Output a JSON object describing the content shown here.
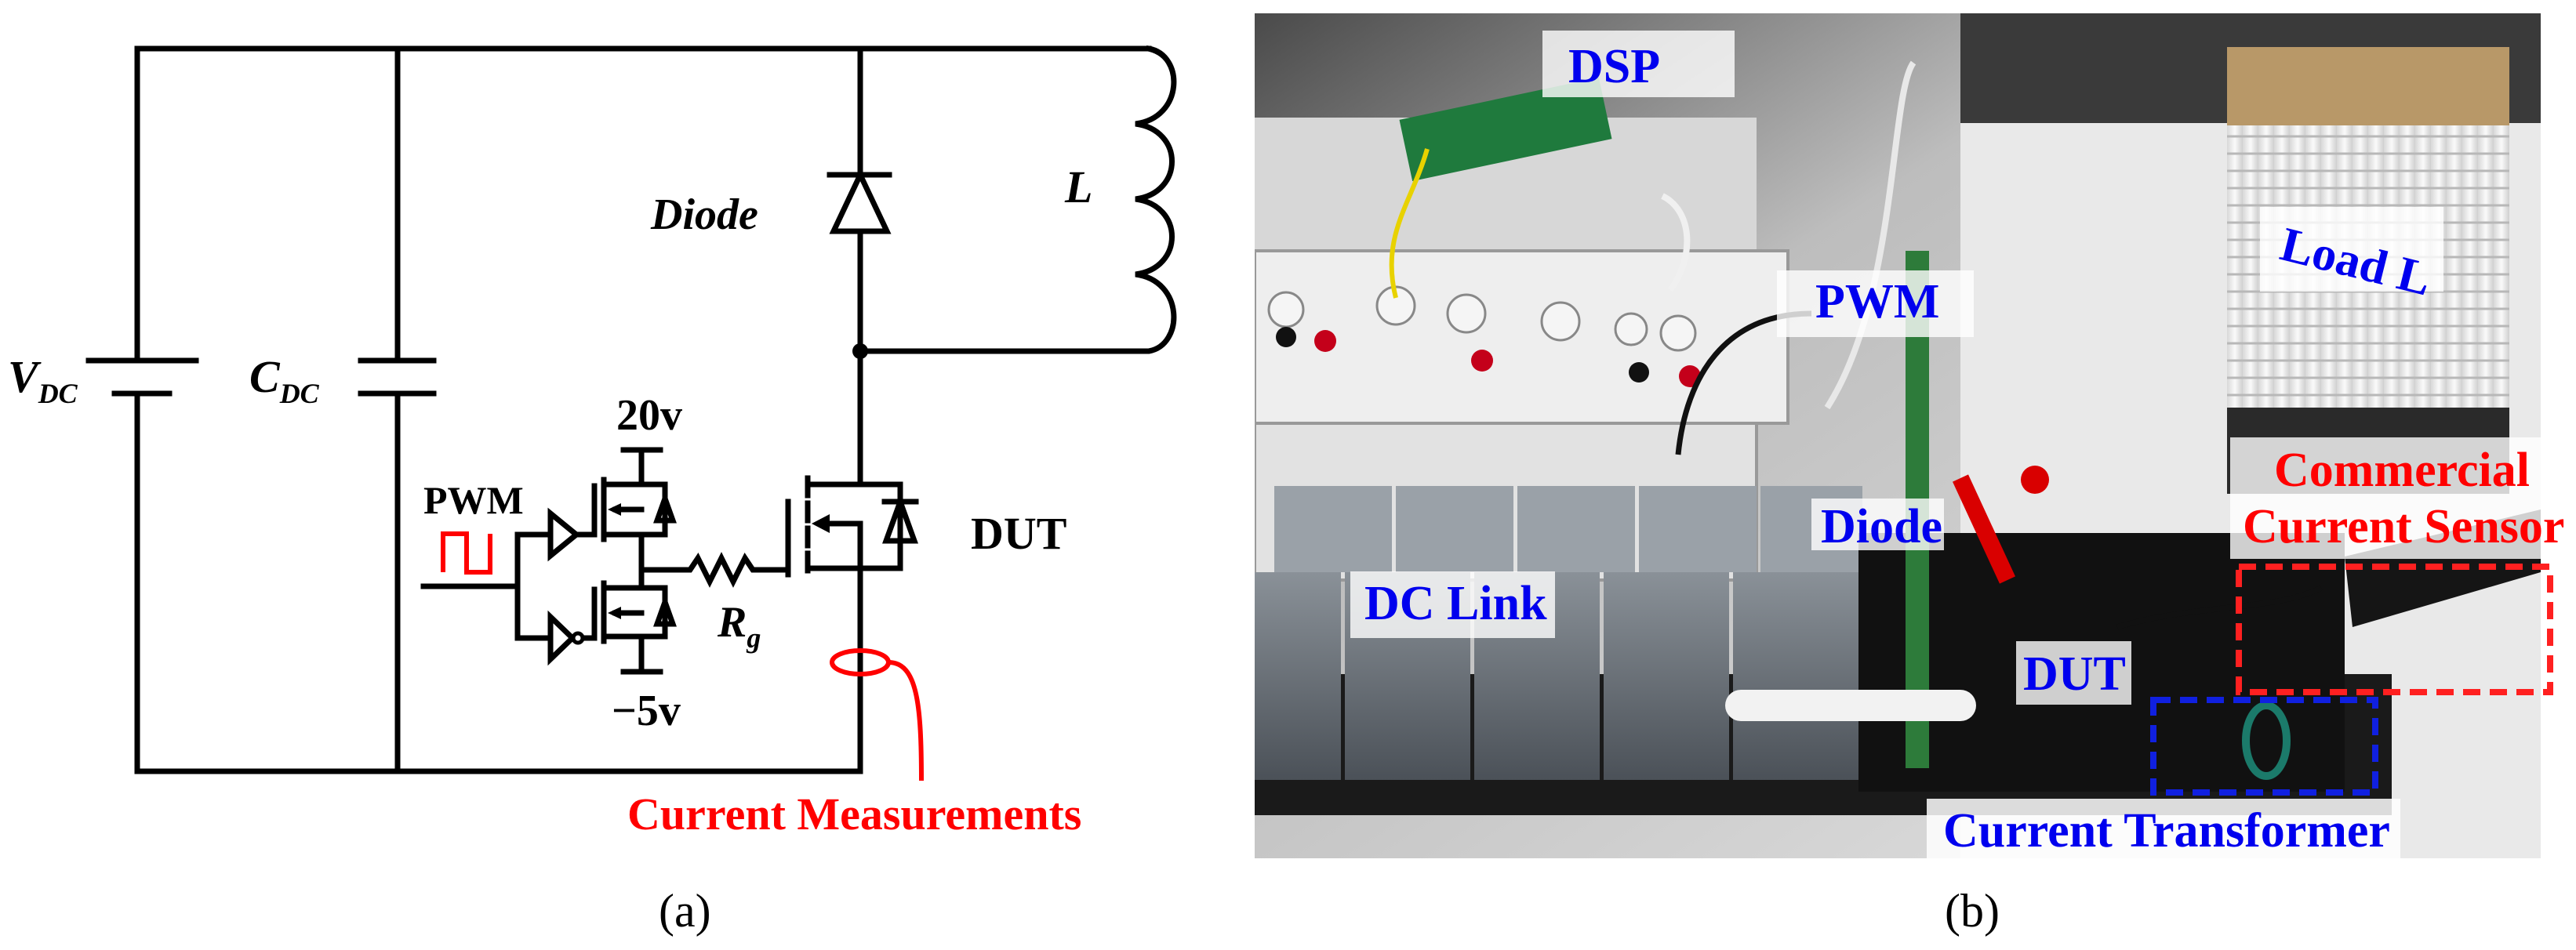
{
  "panel_a": {
    "caption": "(a)",
    "labels": {
      "vdc_main": "V",
      "vdc_sub": "DC",
      "cdc_main": "C",
      "cdc_sub": "DC",
      "diode": "Diode",
      "inductor": "L",
      "pwm": "PWM",
      "v_pos": "20v",
      "v_neg": "−5v",
      "rg_main": "R",
      "rg_sub": "g",
      "dut": "DUT",
      "current_measurements": "Current Measurements"
    },
    "colors": {
      "wire": "#000000",
      "highlight": "#ff0000"
    }
  },
  "panel_b": {
    "caption": "(b)",
    "labels": {
      "dsp": "DSP",
      "pwm": "PWM",
      "load": "Load L",
      "commercial_sensor_line1": "Commercial",
      "commercial_sensor_line2": "Current Sensor",
      "diode": "Diode",
      "dc_link": "DC Link",
      "dut": "DUT",
      "current_transformer": "Current Transformer"
    },
    "colors": {
      "blue_label": "#0000ee",
      "red_label": "#ff0000"
    }
  }
}
